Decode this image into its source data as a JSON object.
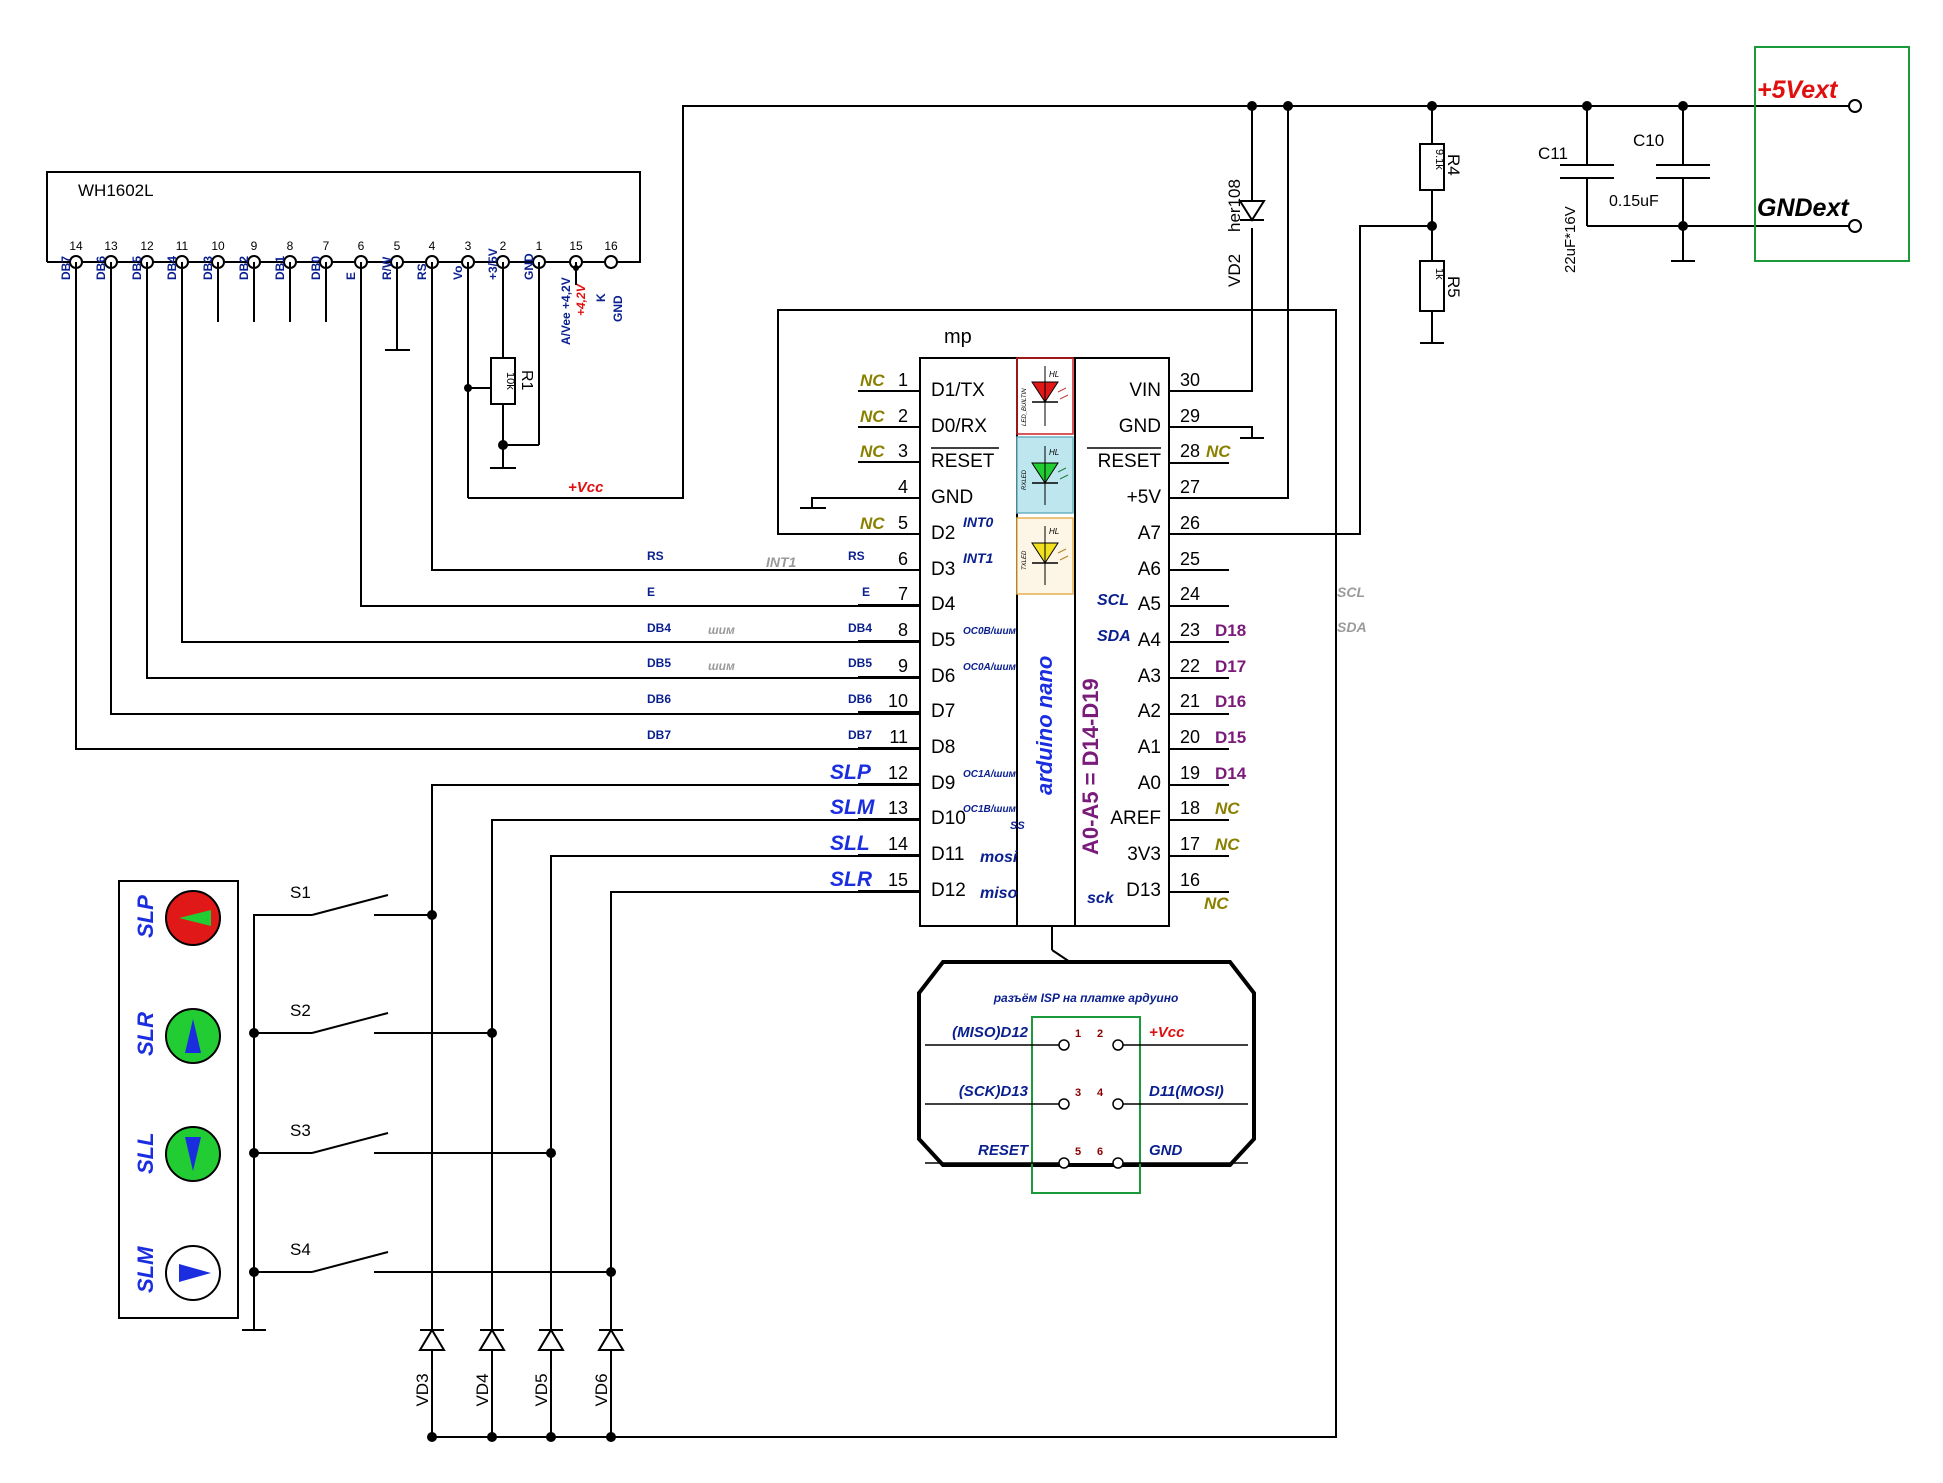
{
  "lcd": {
    "name": "WH1602L",
    "pins": [
      {
        "num": "14",
        "label": "DB7"
      },
      {
        "num": "13",
        "label": "DB6"
      },
      {
        "num": "12",
        "label": "DB5"
      },
      {
        "num": "11",
        "label": "DB4"
      },
      {
        "num": "10",
        "label": "DB3"
      },
      {
        "num": "9",
        "label": "DB2"
      },
      {
        "num": "8",
        "label": "DB1"
      },
      {
        "num": "7",
        "label": "DB0"
      },
      {
        "num": "6",
        "label": "E"
      },
      {
        "num": "5",
        "label": "R/W"
      },
      {
        "num": "4",
        "label": "RS"
      },
      {
        "num": "3",
        "label": "Vo"
      },
      {
        "num": "2",
        "label": "+3/5V"
      },
      {
        "num": "1",
        "label": "GND"
      },
      {
        "num": "15",
        "label": "A/Vee +4,2V"
      },
      {
        "num": "16",
        "label": "K"
      }
    ],
    "extra_red": "+4,2V",
    "extra_gnd": "GND"
  },
  "r1": {
    "name": "R1",
    "value": "10k"
  },
  "vcc_label": "+Vcc",
  "mcu": {
    "ref": "mp",
    "board": "arduino nano",
    "note": "A0-A5 = D14-D19",
    "led_labels": [
      "HL",
      "HL",
      "HL"
    ],
    "led_names": [
      "LED_BUILTIN",
      "RXLED",
      "TXLED"
    ],
    "left": [
      {
        "num": "1",
        "name": "D1/TX",
        "tag": "NC",
        "sig": "",
        "alt": ""
      },
      {
        "num": "2",
        "name": "D0/RX",
        "tag": "NC",
        "sig": "",
        "alt": ""
      },
      {
        "num": "3",
        "name": "RESET",
        "tag": "NC",
        "sig": "",
        "alt": ""
      },
      {
        "num": "4",
        "name": "GND",
        "tag": "",
        "sig": "",
        "alt": ""
      },
      {
        "num": "5",
        "name": "D2",
        "tag": "NC",
        "sig": "",
        "alt": "INT0"
      },
      {
        "num": "6",
        "name": "D3",
        "tag": "",
        "sig": "RS",
        "alt": "INT1"
      },
      {
        "num": "7",
        "name": "D4",
        "tag": "",
        "sig": "E",
        "alt": ""
      },
      {
        "num": "8",
        "name": "D5",
        "tag": "",
        "sig": "DB4",
        "alt": "OC0B/шим"
      },
      {
        "num": "9",
        "name": "D6",
        "tag": "",
        "sig": "DB5",
        "alt": "OC0A/шим"
      },
      {
        "num": "10",
        "name": "D7",
        "tag": "",
        "sig": "DB6",
        "alt": ""
      },
      {
        "num": "11",
        "name": "D8",
        "tag": "",
        "sig": "DB7",
        "alt": ""
      },
      {
        "num": "12",
        "name": "D9",
        "tag": "",
        "sig": "SLP",
        "alt": "OC1A/шим"
      },
      {
        "num": "13",
        "name": "D10",
        "tag": "",
        "sig": "SLM",
        "alt": "OC1B/шим"
      },
      {
        "num": "14",
        "name": "D11",
        "tag": "",
        "sig": "SLL",
        "alt": "mosi"
      },
      {
        "num": "15",
        "name": "D12",
        "tag": "",
        "sig": "SLR",
        "alt": "miso"
      }
    ],
    "ss": "SS",
    "right": [
      {
        "num": "30",
        "name": "VIN",
        "tag": "",
        "alt": ""
      },
      {
        "num": "29",
        "name": "GND",
        "tag": "",
        "alt": ""
      },
      {
        "num": "28",
        "name": "RESET",
        "tag": "NC",
        "alt": ""
      },
      {
        "num": "27",
        "name": "+5V",
        "tag": "",
        "alt": ""
      },
      {
        "num": "26",
        "name": "A7",
        "tag": "",
        "alt": ""
      },
      {
        "num": "25",
        "name": "A6",
        "tag": "",
        "alt": ""
      },
      {
        "num": "24",
        "name": "A5",
        "tag": "",
        "alt": "SCL"
      },
      {
        "num": "23",
        "name": "A4",
        "tag": "D18",
        "alt": "SDA"
      },
      {
        "num": "22",
        "name": "A3",
        "tag": "D17",
        "alt": ""
      },
      {
        "num": "21",
        "name": "A2",
        "tag": "D16",
        "alt": ""
      },
      {
        "num": "20",
        "name": "A1",
        "tag": "D15",
        "alt": ""
      },
      {
        "num": "19",
        "name": "A0",
        "tag": "D14",
        "alt": ""
      },
      {
        "num": "18",
        "name": "AREF",
        "tag": "NC",
        "alt": ""
      },
      {
        "num": "17",
        "name": "3V3",
        "tag": "NC",
        "alt": ""
      },
      {
        "num": "16",
        "name": "D13",
        "tag": "NC",
        "alt": "sck"
      }
    ]
  },
  "wire_labels": {
    "rs": "RS",
    "e": "E",
    "db4": "DB4",
    "db5": "DB5",
    "db6": "DB6",
    "db7": "DB7",
    "int1": "INT1",
    "pwm": "шим",
    "scl": "SCL",
    "sda": "SDA"
  },
  "diode_vd2": {
    "ref": "VD2",
    "part": "her108"
  },
  "r4": {
    "name": "R4",
    "value": "9.1k"
  },
  "r5": {
    "name": "R5",
    "value": "1k"
  },
  "c11": {
    "name": "C11",
    "value": "22uF*16V"
  },
  "c10": {
    "name": "C10",
    "value": "0.15uF"
  },
  "power": {
    "plus": "+5Vext",
    "gnd": "GNDext"
  },
  "buttons": [
    {
      "label": "SLP",
      "color": "#e01818",
      "arrow": "left"
    },
    {
      "label": "SLR",
      "color": "#22cc33",
      "arrow": "up"
    },
    {
      "label": "SLL",
      "color": "#22cc33",
      "arrow": "down"
    },
    {
      "label": "SLM",
      "color": "#ffffff",
      "arrow": "right"
    }
  ],
  "switches": [
    "S1",
    "S2",
    "S3",
    "S4"
  ],
  "diodes_bottom": [
    "VD3",
    "VD4",
    "VD5",
    "VD6"
  ],
  "isp": {
    "title": "разъём ISP на платке ардуино",
    "pins": [
      {
        "n": "1",
        "label": "(MISO)D12"
      },
      {
        "n": "2",
        "label": "+Vcc"
      },
      {
        "n": "3",
        "label": "(SCK)D13"
      },
      {
        "n": "4",
        "label": "D11(MOSI)"
      },
      {
        "n": "5",
        "label": "RESET"
      },
      {
        "n": "6",
        "label": "GND"
      }
    ]
  }
}
